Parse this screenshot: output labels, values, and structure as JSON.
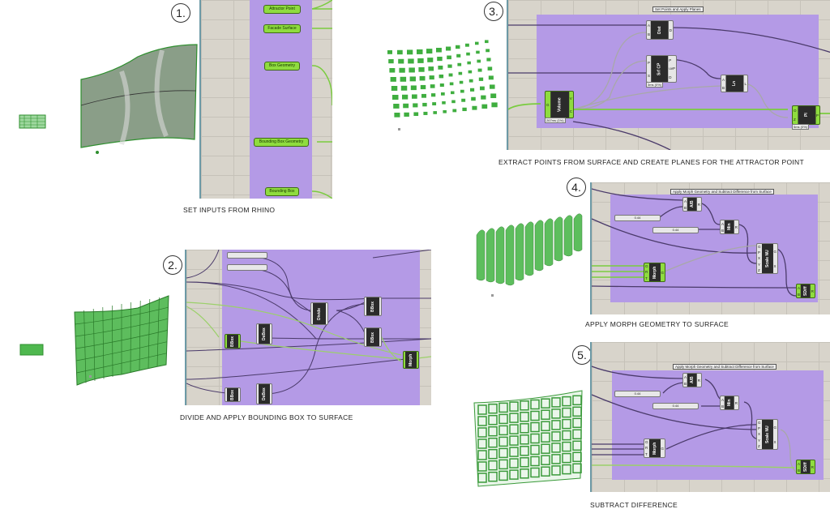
{
  "colors": {
    "canvas": "#d8d4cb",
    "group": "#b49ae6",
    "component_green": "#8fdc3f",
    "component_dark": "#2b2b2b",
    "geometry_green": "#3fae3f"
  },
  "steps": [
    {
      "number": "1.",
      "caption": "SET INPUTS FROM RHINO",
      "params": [
        "Attractor Point",
        "Facade Surface",
        "Box Geometry",
        "Bounding Box Geometry",
        "Bounding Box"
      ]
    },
    {
      "number": "2.",
      "caption": "DIVIDE AND APPLY BOUNDING BOX TO SURFACE",
      "components": {
        "divide": "Divide",
        "bbox_a": "BBox",
        "bbox_b": "BBox",
        "debox_a": "DeBox",
        "debox_b": "DeBox",
        "box_a": "BBox",
        "box_b": "BBox",
        "morph": "Morph"
      }
    },
    {
      "number": "3.",
      "caption": "EXTRACT POINTS FROM SURFACE AND CREATE PLANES FOR THE ATTRACTOR POINT",
      "group_title": "Set Points and Apply Planes",
      "components": {
        "dist": "Dist",
        "srfcp": "Srf CP",
        "ln": "Ln",
        "volume": "Volume",
        "pl": "Pl"
      },
      "timings": {
        "srfcp": "3ms (0%)",
        "volume": "267ms (1%)",
        "pl": "5ms (0%)"
      }
    },
    {
      "number": "4.",
      "caption": "APPLY MORPH GEOMETRY TO SURFACE",
      "group_title": "Apply Morph Geometry and Subtract Difference from Surface",
      "components": {
        "ab": "A/B",
        "min": "Min",
        "scale": "Scale NU",
        "morph": "Morph",
        "sdiff": "SDiff"
      },
      "sliders": [
        "0.44",
        "0.44"
      ]
    },
    {
      "number": "5.",
      "caption": "SUBTRACT DIFFERENCE",
      "group_title": "Apply Morph Geometry and Subtract Difference from Surface",
      "components": {
        "ab": "A/B",
        "min": "Min",
        "scale": "Scale NU",
        "morph": "Morph",
        "sdiff": "SDiff"
      },
      "sliders": [
        "0.44",
        "0.44"
      ]
    }
  ]
}
